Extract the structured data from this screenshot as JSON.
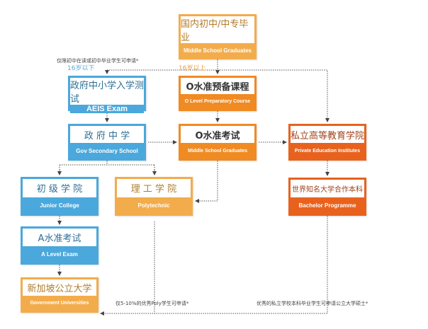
{
  "boxes": {
    "start": {
      "zh": "国内初中/中专毕业",
      "en": "Middle School Graduates"
    },
    "aeis": {
      "zh": "政府中小学入学测试",
      "en": "AEIS Exam"
    },
    "oprep": {
      "zh": "O水准预备课程",
      "en": "O Level Preparatory Course"
    },
    "gov_sec": {
      "zh": "政 府 中 学",
      "en": "Gov Secondary School"
    },
    "o_exam": {
      "zh": "O水准考试",
      "en": "Middle School Graduates"
    },
    "private": {
      "zh": "私立高等教育学院",
      "en": "Private Education Institutes"
    },
    "jc": {
      "zh": "初 级 学 院",
      "en": "Junior College"
    },
    "poly": {
      "zh": "理 工 学 院",
      "en": "Polytechnic"
    },
    "bachelor": {
      "zh": "世界知名大学合作本科",
      "en": "Bachelor Programme"
    },
    "a_level": {
      "zh": "A水准考试",
      "en": "A Level Exam"
    },
    "gov_uni": {
      "zh": "新加坡公立大学",
      "en": "Government Universities"
    }
  },
  "notes": {
    "top": "仅限初中在读或初中毕业学生可申请*",
    "under16": "16岁以下",
    "over16": "16岁以上",
    "poly": "仅5-10%的优秀Poly学生可申请*",
    "private": "优秀的私立学校本科毕业学生可申请公立大学硕士*"
  },
  "colors": {
    "blue": "#4aa8dc",
    "orange": "#f3ac4b",
    "dark_orange": "#f08a22",
    "red_orange": "#e8621e"
  }
}
